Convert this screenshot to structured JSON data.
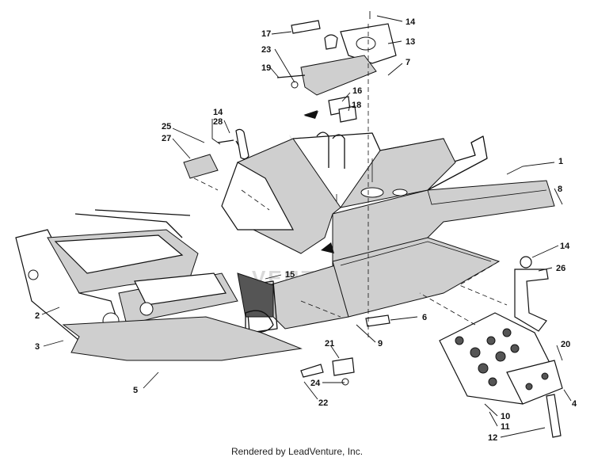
{
  "footer": {
    "credit": "Rendered by LeadVenture, Inc."
  },
  "watermark": {
    "text": "VENTURE"
  },
  "labels": {
    "p1": "1",
    "p2": "2",
    "p3": "3",
    "p4": "4",
    "p5": "5",
    "p6": "6",
    "p7": "7",
    "p8": "8",
    "p9": "9",
    "p10": "10",
    "p11": "11",
    "p12": "12",
    "p13": "13",
    "p14a": "14",
    "p14b": "14",
    "p14c": "14",
    "p15": "15",
    "p16": "16",
    "p17": "17",
    "p18": "18",
    "p19": "19",
    "p20": "20",
    "p21": "21",
    "p22": "22",
    "p23": "23",
    "p24": "24",
    "p25": "25",
    "p26": "26",
    "p27": "27",
    "p28": "28"
  }
}
